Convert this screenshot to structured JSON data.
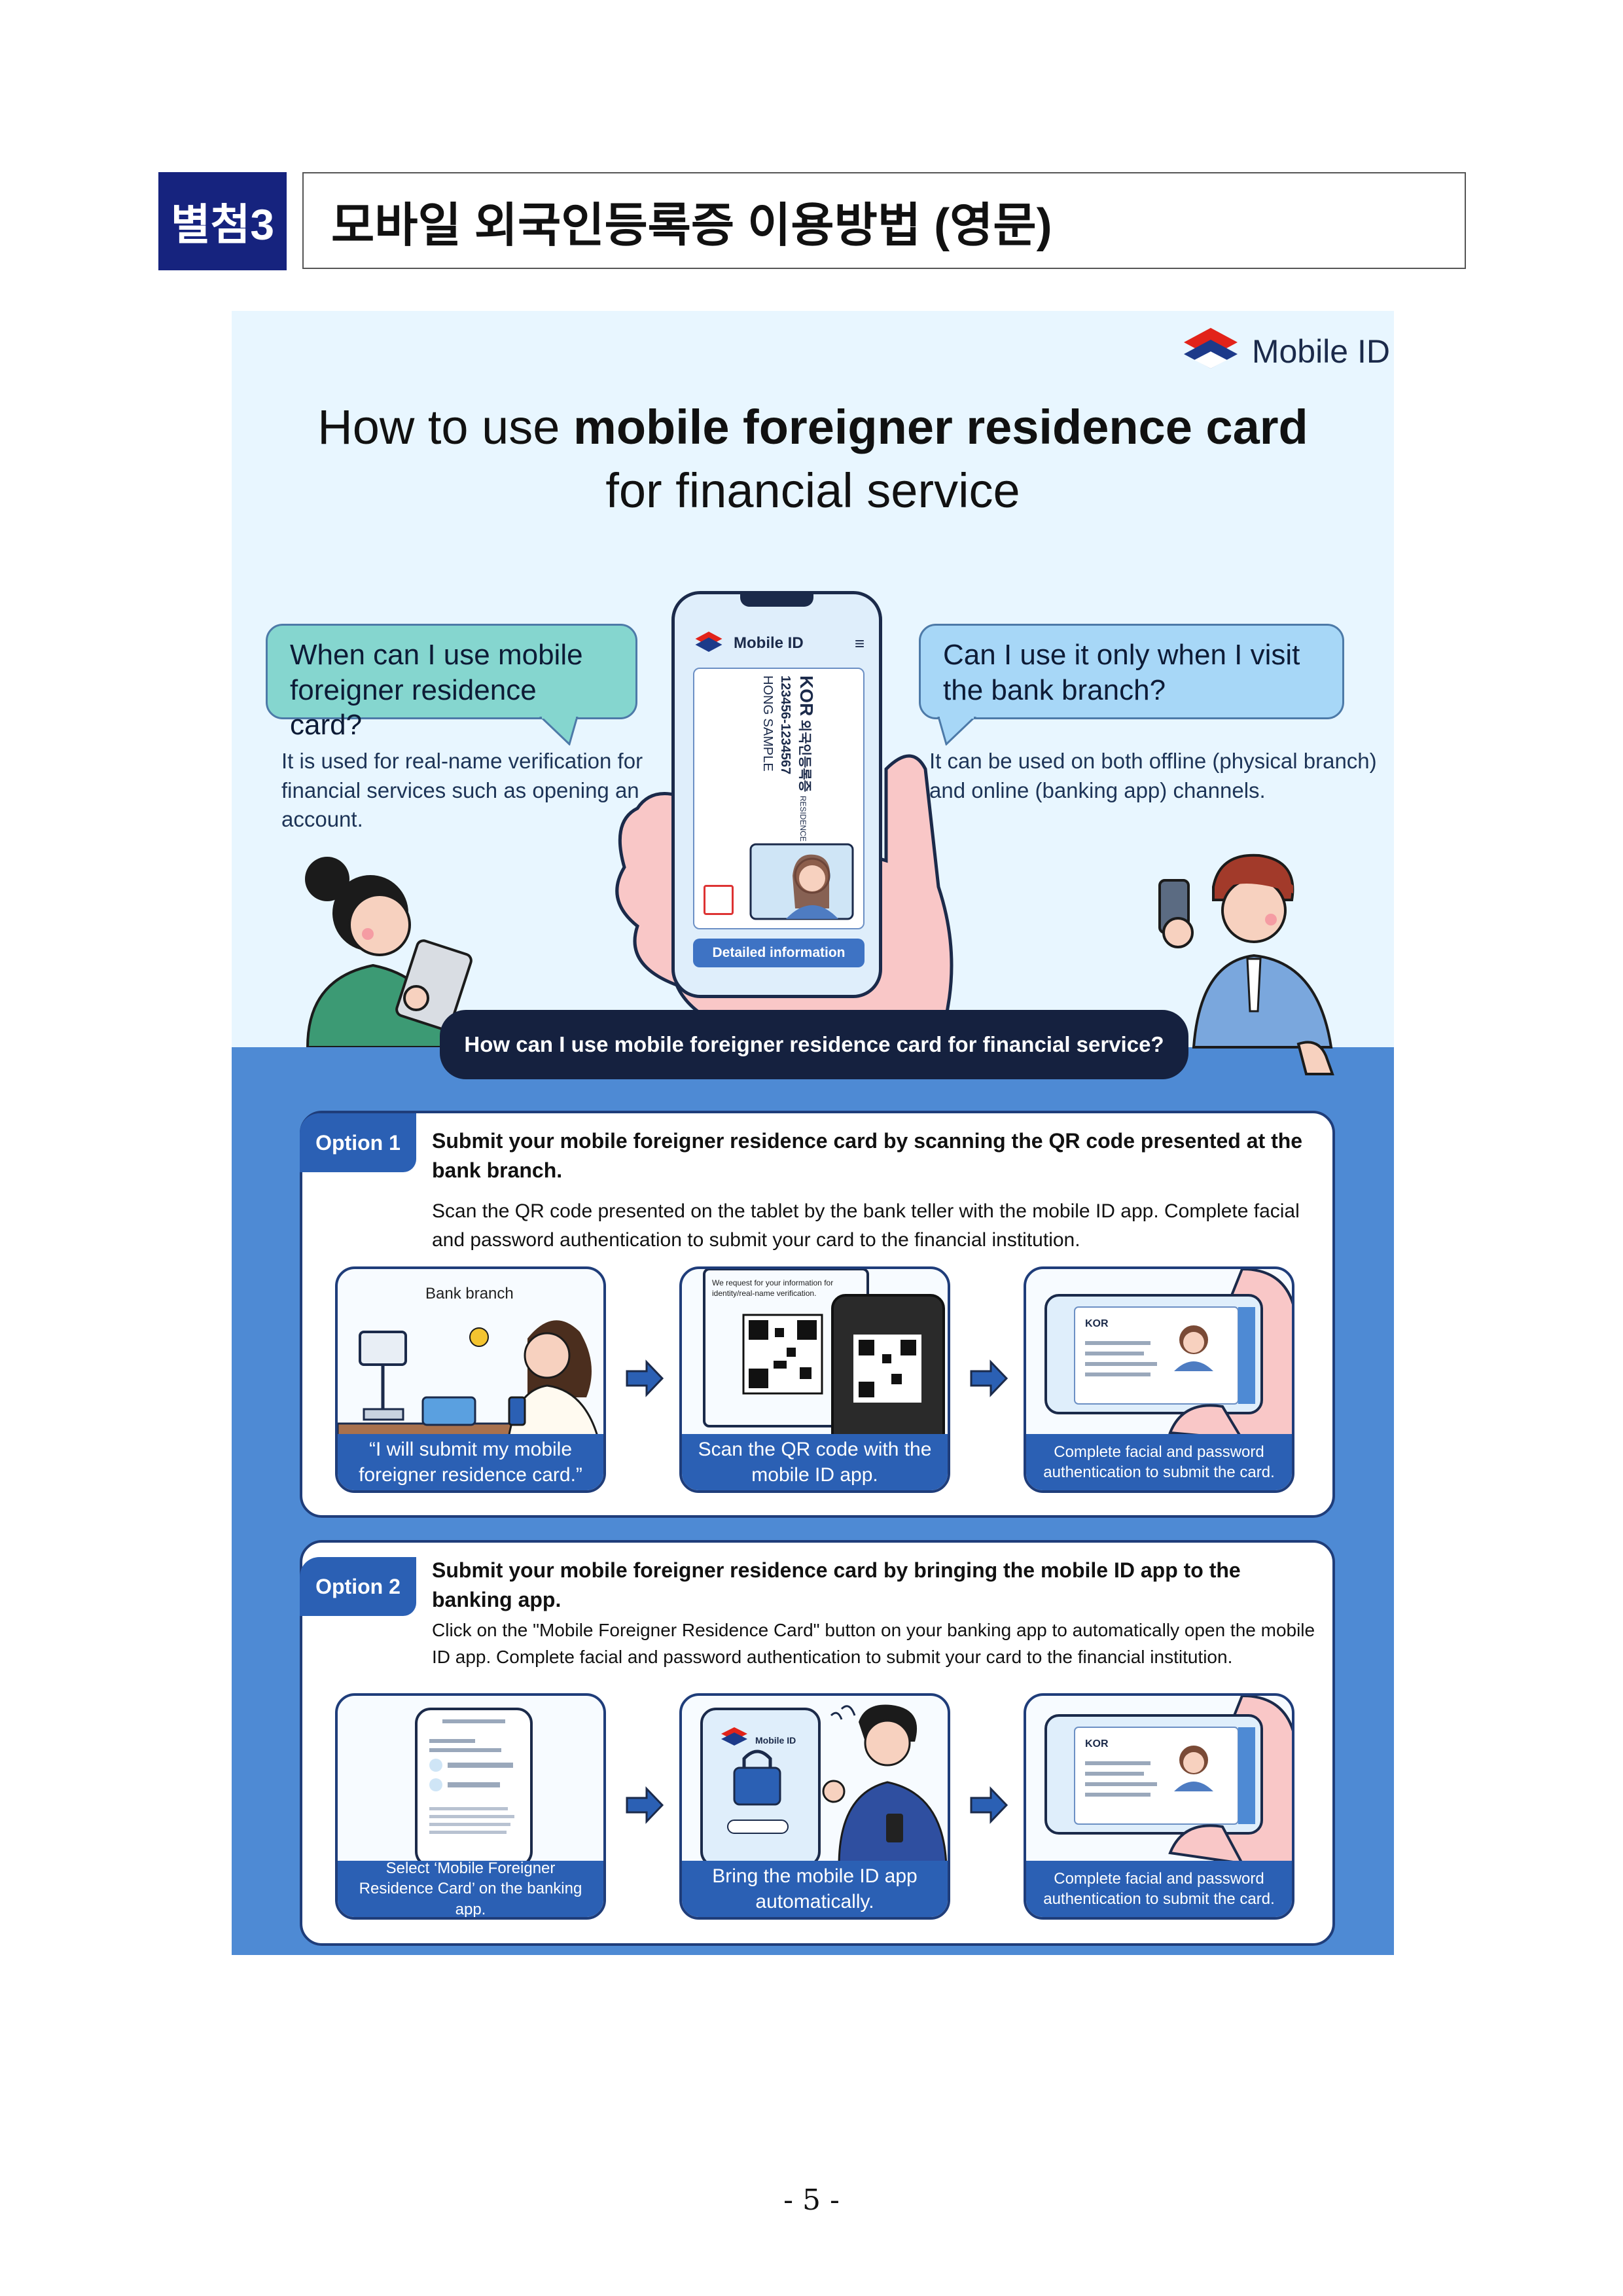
{
  "header": {
    "tag": "별첨3",
    "title": "모바일 외국인등록증 이용방법 (영문)"
  },
  "brand": {
    "label": "Mobile ID"
  },
  "title": {
    "line1_normal": "How to use ",
    "line1_bold": "mobile foreigner residence card",
    "line2": "for financial service"
  },
  "faq": {
    "left_question": "When can I use mobile foreigner residence card?",
    "left_answer": "It is used for real-name verification for financial services such as opening an account.",
    "right_question": "Can I use it only when I visit the bank branch?",
    "right_answer": "It can be used on both offline (physical branch) and online (banking app) channels."
  },
  "phone": {
    "app_name": "Mobile ID",
    "card_kor": "KOR",
    "card_title": "외국인등록증",
    "card_sub": "RESIDENCE CARD",
    "card_number": "123456-1234567",
    "card_name": "HONG SAMPLE",
    "detail_button": "Detailed information"
  },
  "question_banner": "How can I use mobile foreigner residence card for financial service?",
  "options": [
    {
      "tag": "Option 1",
      "heading": "Submit your mobile foreigner residence card by scanning the QR code presented at the bank branch.",
      "body": "Scan the QR code presented on the tablet by the bank teller with the mobile ID app. Complete facial and password authentication to submit your card to the financial institution.",
      "steps": [
        {
          "image_label": "Bank branch",
          "caption": "“I will submit my mobile foreigner residence card.”"
        },
        {
          "image_label": "We request for your information for identity/real-name verification.",
          "caption": "Scan the QR code with the mobile ID app."
        },
        {
          "image_label": "",
          "caption": "Complete facial and password authentication to submit the card."
        }
      ]
    },
    {
      "tag": "Option 2",
      "heading": "Submit your mobile foreigner residence card by bringing the mobile ID app to the banking app.",
      "body": "Click on the \"Mobile Foreigner Residence Card\" button on your banking app to automatically open the mobile ID app. Complete facial and password authentication to submit your card to the financial institution.",
      "steps": [
        {
          "image_label": "",
          "caption": "Select ‘Mobile Foreigner Residence Card’ on the banking app."
        },
        {
          "image_label": "Mobile ID",
          "caption": "Bring the mobile ID app automatically."
        },
        {
          "image_label": "",
          "caption": "Complete facial and password authentication to submit the card."
        }
      ]
    }
  ],
  "page_number": "- 5 -",
  "colors": {
    "header_tag": "#16237e",
    "poster_bg": "#e8f6ff",
    "poster_lower": "#4e8ad4",
    "accent": "#2b60b4",
    "banner": "#15213f"
  }
}
